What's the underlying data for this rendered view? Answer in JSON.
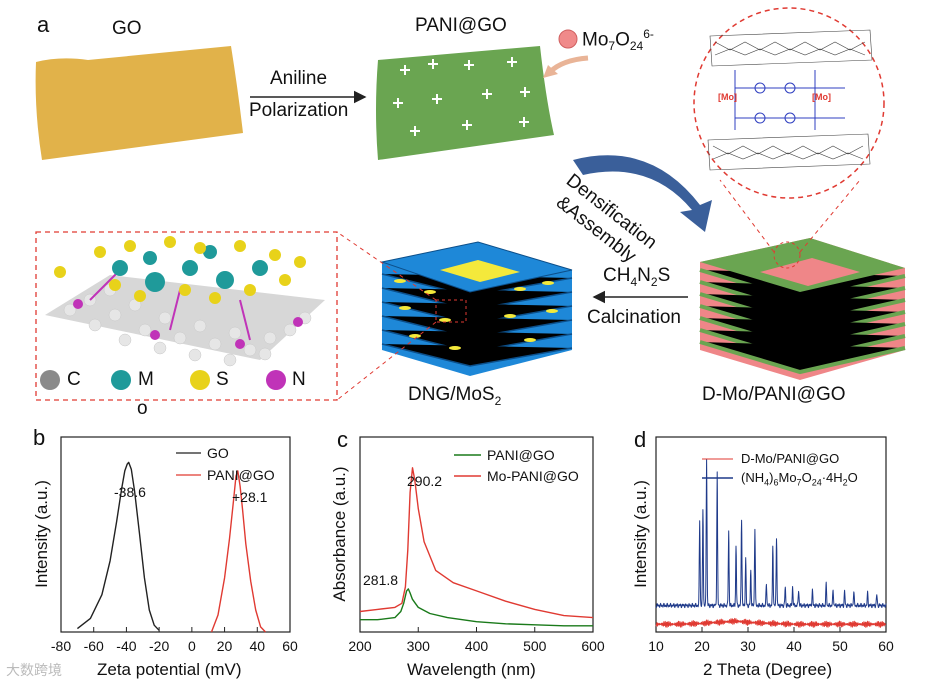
{
  "panel_a": {
    "letter": "a",
    "go_label": "GO",
    "pani_go_label": "PANI@GO",
    "step1_line1": "Aniline",
    "step1_line2": "Polarization",
    "ion_base": "Mo",
    "ion_sub1": "7",
    "ion_mid": "O",
    "ion_sub2": "24",
    "ion_sup": "6-",
    "step2_line1": "Densification",
    "step2_line2": "&Assembly",
    "reagent_base": "CH",
    "reagent_sub1": "4",
    "reagent_mid": "N",
    "reagent_sub2": "2",
    "reagent_end": "S",
    "step3": "Calcination",
    "dmo_label": "D-Mo/PANI@GO",
    "dng_base": "DNG/MoS",
    "dng_sub": "2",
    "mo_tag": "[Mo]",
    "legend": [
      {
        "symbol": "C",
        "color": "#8a8a8a"
      },
      {
        "symbol": "M",
        "color": "#1f9a9a"
      },
      {
        "symbol": "S",
        "color": "#e8d21a"
      },
      {
        "symbol": "N",
        "color": "#c033b8"
      }
    ],
    "legend_overflow": "o",
    "colors": {
      "go": "#e1b24a",
      "pani": "#6aa551",
      "blue": "#1e88d8",
      "pink": "#ef8688",
      "yellow": "#f4e93b",
      "arrow": "#3a5f9a"
    }
  },
  "chart_data": [
    {
      "panel": "b",
      "type": "line",
      "xlabel": "Zeta potential (mV)",
      "ylabel": "Intensity (a.u.)",
      "xlim": [
        -80,
        60
      ],
      "xticks": [
        -80,
        -60,
        -40,
        -20,
        0,
        20,
        40,
        60
      ],
      "legend_placement": "top-right",
      "series": [
        {
          "name": "GO",
          "color": "#222222",
          "x": [
            -70,
            -62,
            -55,
            -50,
            -46,
            -43,
            -41,
            -39.5,
            -38.6,
            -37,
            -35,
            -32,
            -29,
            -26,
            -23,
            -20
          ],
          "y": [
            0.02,
            0.08,
            0.22,
            0.42,
            0.65,
            0.84,
            0.95,
            0.99,
            1.0,
            0.96,
            0.83,
            0.58,
            0.32,
            0.13,
            0.04,
            0.01
          ]
        },
        {
          "name": "PANI@GO",
          "color": "#e03a32",
          "x": [
            12,
            16,
            20,
            23,
            25.5,
            27,
            28.1,
            29.5,
            31,
            33,
            36,
            39,
            42,
            45
          ],
          "y": [
            0.0,
            0.1,
            0.32,
            0.55,
            0.78,
            0.92,
            0.95,
            0.86,
            0.72,
            0.52,
            0.3,
            0.13,
            0.03,
            0.0
          ]
        }
      ],
      "annotations": [
        "-38.6",
        "+28.1"
      ]
    },
    {
      "panel": "c",
      "type": "line",
      "xlabel": "Wavelength (nm)",
      "ylabel": "Absorbance (a.u.)",
      "xlim": [
        200,
        600
      ],
      "xticks": [
        200,
        300,
        400,
        500,
        600
      ],
      "legend_placement": "top-right",
      "series": [
        {
          "name": "PANI@GO",
          "color": "#1a7a1a",
          "x": [
            200,
            230,
            260,
            270,
            275,
            280,
            283,
            286,
            290,
            295,
            300,
            320,
            350,
            400,
            450,
            500,
            550,
            600
          ],
          "y": [
            0.06,
            0.06,
            0.07,
            0.1,
            0.14,
            0.2,
            0.21,
            0.19,
            0.16,
            0.14,
            0.12,
            0.09,
            0.07,
            0.05,
            0.04,
            0.035,
            0.03,
            0.03
          ]
        },
        {
          "name": "Mo-PANI@GO",
          "color": "#e03a32",
          "x": [
            200,
            230,
            260,
            272,
            278,
            282,
            286,
            290.2,
            294,
            300,
            310,
            330,
            360,
            400,
            450,
            500,
            550,
            600
          ],
          "y": [
            0.1,
            0.11,
            0.12,
            0.14,
            0.22,
            0.4,
            0.68,
            0.8,
            0.74,
            0.6,
            0.44,
            0.3,
            0.24,
            0.2,
            0.15,
            0.11,
            0.08,
            0.07
          ]
        }
      ],
      "annotations": [
        "290.2",
        "281.8"
      ]
    },
    {
      "panel": "d",
      "type": "line",
      "xlabel": "2 Theta (Degree)",
      "ylabel": "Intensity (a.u.)",
      "xlim": [
        10,
        60
      ],
      "xticks": [
        10,
        20,
        30,
        40,
        50,
        60
      ],
      "legend_placement": "top-right",
      "series": [
        {
          "name": "D-Mo/PANI@GO",
          "color": "#e03a32",
          "baseline": 0.05,
          "x": [
            10,
            15,
            20,
            22,
            25,
            27,
            28,
            30,
            35,
            40,
            45,
            50,
            55,
            60
          ],
          "y": [
            0.05,
            0.05,
            0.055,
            0.06,
            0.065,
            0.07,
            0.068,
            0.062,
            0.055,
            0.05,
            0.05,
            0.05,
            0.05,
            0.05
          ]
        },
        {
          "name": "(NH4)6Mo7O24·4H2O",
          "color": "#1f3a8a",
          "baseline": 0.17,
          "peaks": [
            [
              19.5,
              0.55
            ],
            [
              20.2,
              0.62
            ],
            [
              21.0,
              0.95
            ],
            [
              23.3,
              0.85
            ],
            [
              25.8,
              0.48
            ],
            [
              27.4,
              0.38
            ],
            [
              28.6,
              0.56
            ],
            [
              29.5,
              0.3
            ],
            [
              30.6,
              0.22
            ],
            [
              31.5,
              0.5
            ],
            [
              34.0,
              0.14
            ],
            [
              35.4,
              0.38
            ],
            [
              36.2,
              0.44
            ],
            [
              38.1,
              0.12
            ],
            [
              39.7,
              0.12
            ],
            [
              41.0,
              0.1
            ],
            [
              44.0,
              0.1
            ],
            [
              47.0,
              0.14
            ],
            [
              48.5,
              0.1
            ],
            [
              51.0,
              0.09
            ],
            [
              53.0,
              0.09
            ],
            [
              56.0,
              0.08
            ],
            [
              58.0,
              0.07
            ]
          ]
        }
      ]
    }
  ],
  "panels_bcd": {
    "b_letter": "b",
    "c_letter": "c",
    "d_letter": "d",
    "legend_b": [
      "GO",
      "PANI@GO"
    ],
    "legend_c": [
      "PANI@GO",
      "Mo-PANI@GO"
    ],
    "legend_d1": "D-Mo/PANI@GO",
    "legend_d2_parts": [
      "(NH",
      "4",
      ")",
      "6",
      "Mo",
      "7",
      "O",
      "24",
      "·4H",
      "2",
      "O"
    ]
  },
  "watermark": "大数跨境"
}
